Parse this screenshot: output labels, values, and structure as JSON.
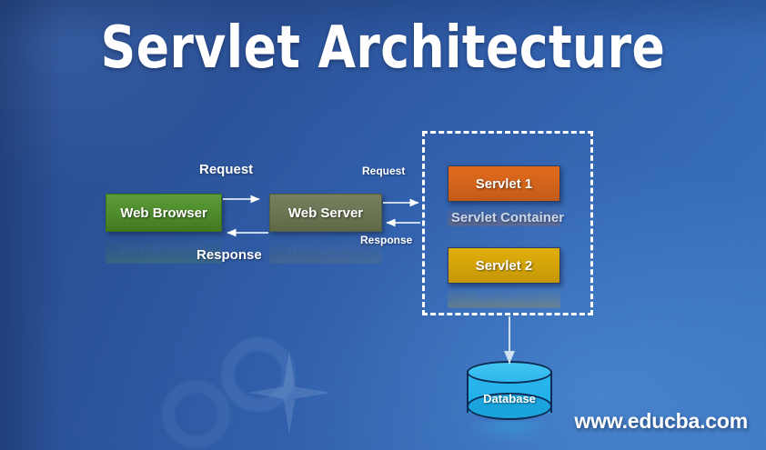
{
  "title": "Servlet Architecture",
  "watermark": "www.educba.com",
  "nodes": {
    "web_browser": "Web Browser",
    "web_server": "Web Server",
    "servlet_container": "Servlet Container",
    "servlet_1": "Servlet 1",
    "servlet_2": "Servlet 2",
    "database": "Database"
  },
  "labels": {
    "request_browser_server": "Request",
    "response_server_browser": "Response",
    "request_server_container": "Request",
    "response_container_server": "Response"
  },
  "colors": {
    "background_start": "#2c4f94",
    "background_end": "#3d76c1",
    "web_browser": "#4f8c2d",
    "web_server": "#6b7553",
    "servlet_1": "#d3641b",
    "servlet_2": "#d4a40a",
    "database": "#23b1ea",
    "container_border": "#ffffff",
    "title_text": "#ffffff",
    "container_label_text": "#ccd8e9"
  },
  "flow": {
    "edges": [
      {
        "from": "Web Browser",
        "to": "Web Server",
        "label": "Request",
        "direction": "right"
      },
      {
        "from": "Web Server",
        "to": "Web Browser",
        "label": "Response",
        "direction": "left"
      },
      {
        "from": "Web Server",
        "to": "Servlet Container",
        "label": "Request",
        "direction": "right"
      },
      {
        "from": "Servlet Container",
        "to": "Web Server",
        "label": "Response",
        "direction": "left"
      },
      {
        "from": "Servlet Container",
        "to": "Database",
        "label": "",
        "direction": "down"
      }
    ]
  }
}
